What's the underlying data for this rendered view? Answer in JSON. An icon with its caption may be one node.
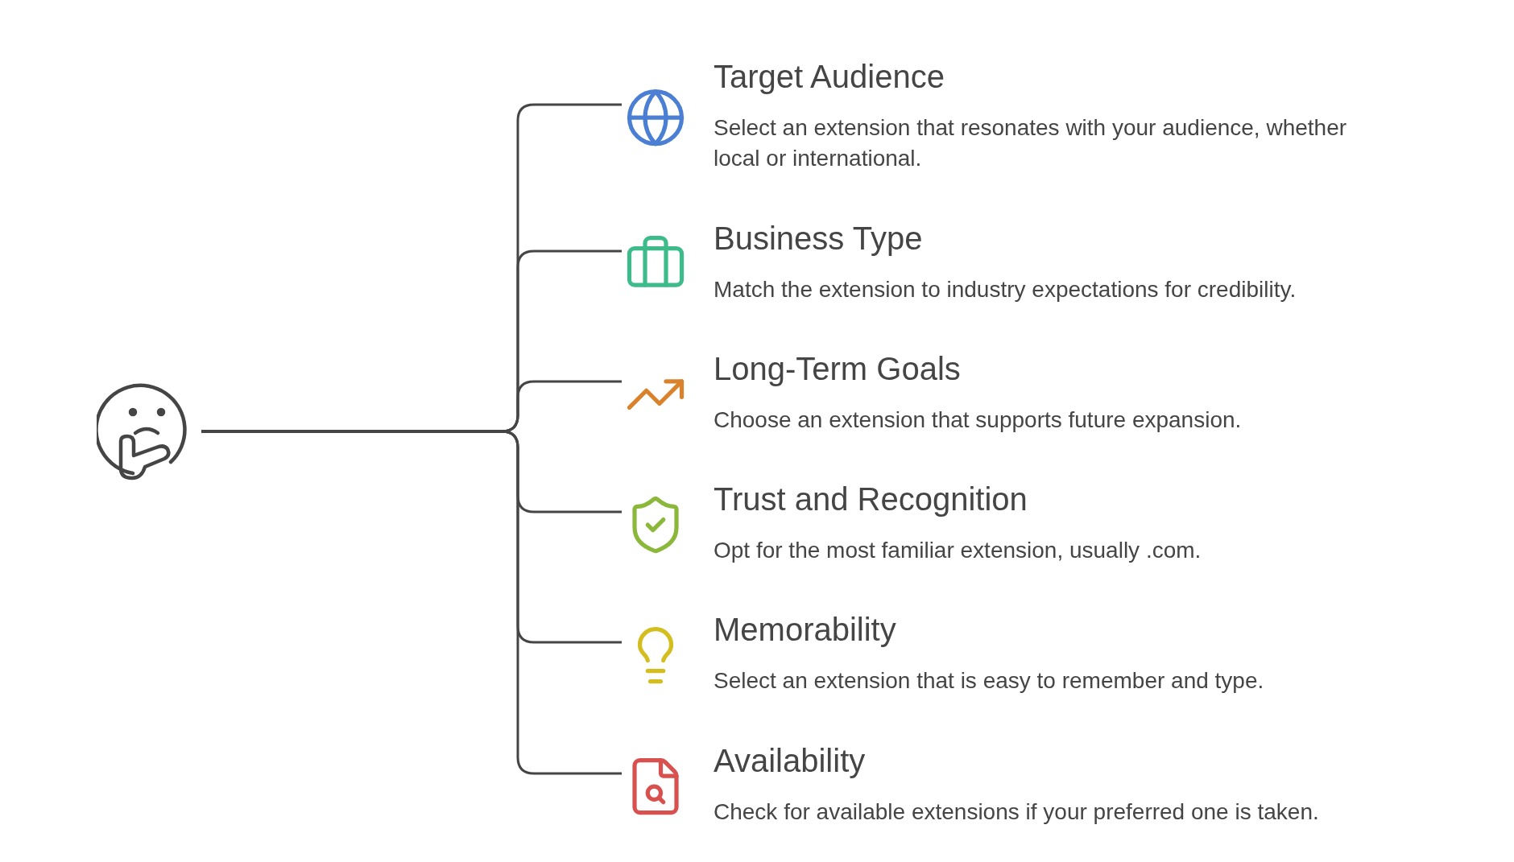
{
  "diagram": {
    "nodes": [
      {
        "text": [],
        "shape": "picture"
      },
      {
        "text": [
          "Target Audience",
          "Select an extension that resonates with your audience, whether local or international."
        ]
      },
      {
        "text": [
          "Business Type",
          "Match the extension to industry expectations for credibility."
        ]
      },
      {
        "text": [
          "Long-Term Goals",
          "Choose an extension that supports future expansion."
        ]
      },
      {
        "text": [
          "Trust and Recognition",
          "Opt for the most familiar extension, usually .com."
        ]
      },
      {
        "text": [
          "Memorability",
          "Select an extension that is easy to remember and type."
        ]
      },
      {
        "text": [
          "Availability",
          "Check for available extensions if your preferred one is taken."
        ]
      }
    ],
    "edges": [
      {
        "from": 0,
        "to": 1,
        "arrow": "none"
      },
      {
        "from": 0,
        "to": 2,
        "arrow": "none"
      },
      {
        "from": 0,
        "to": 3,
        "arrow": "none"
      },
      {
        "from": 0,
        "to": 4,
        "arrow": "none"
      },
      {
        "from": 0,
        "to": 5,
        "arrow": "none"
      },
      {
        "from": 0,
        "to": 6,
        "arrow": "none"
      }
    ]
  }
}
